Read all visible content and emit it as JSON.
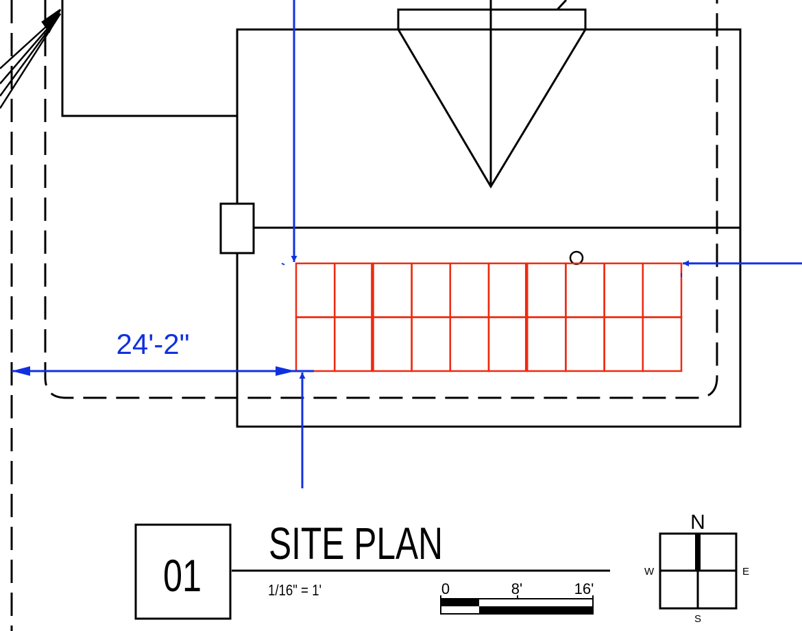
{
  "drawing": {
    "dimension_label": "24'-2\"",
    "panel_array": {
      "rows": 2,
      "columns": 10
    }
  },
  "title_block": {
    "sheet_number": "01",
    "title": "SITE PLAN",
    "scale": "1/16\" = 1'",
    "scale_bar_labels": [
      "0",
      "8'",
      "16'"
    ]
  },
  "north_arrow": {
    "n": "N",
    "s": "S",
    "e": "E",
    "w": "W"
  },
  "colors": {
    "line": "#000000",
    "dimension": "#1030e0",
    "panels": "#ee2a10"
  }
}
